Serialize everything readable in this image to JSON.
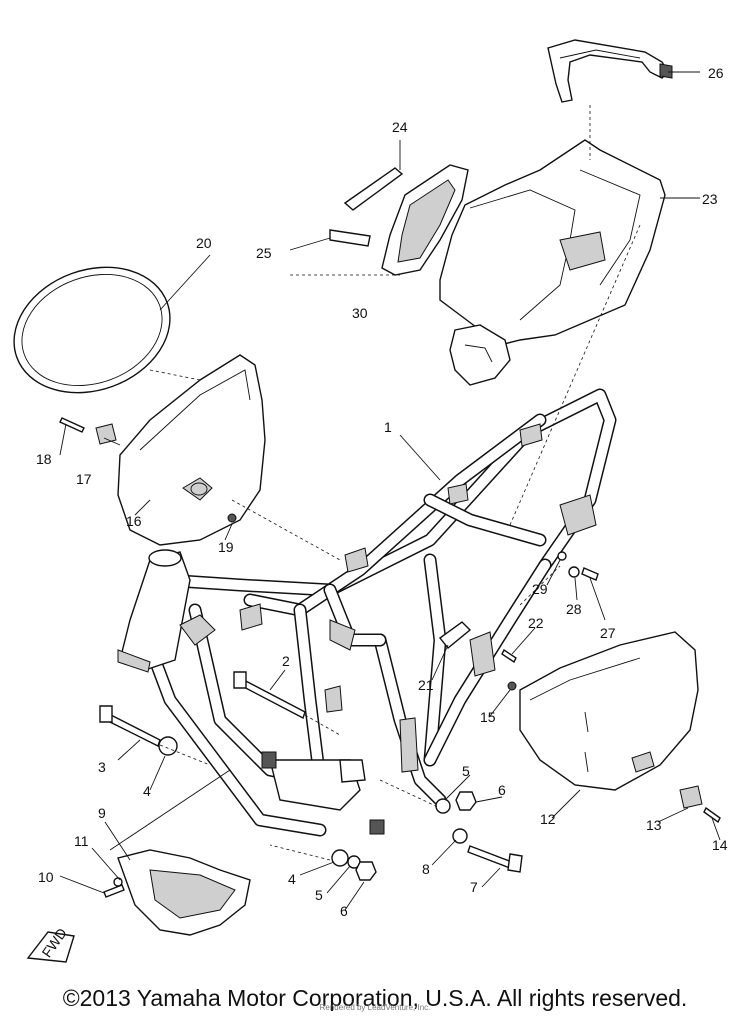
{
  "diagram": {
    "callouts": [
      {
        "id": "1",
        "label": "1"
      },
      {
        "id": "2",
        "label": "2"
      },
      {
        "id": "3",
        "label": "3"
      },
      {
        "id": "4a",
        "label": "4"
      },
      {
        "id": "4b",
        "label": "4"
      },
      {
        "id": "5a",
        "label": "5"
      },
      {
        "id": "5b",
        "label": "5"
      },
      {
        "id": "6a",
        "label": "6"
      },
      {
        "id": "6b",
        "label": "6"
      },
      {
        "id": "7",
        "label": "7"
      },
      {
        "id": "8",
        "label": "8"
      },
      {
        "id": "9",
        "label": "9"
      },
      {
        "id": "10",
        "label": "10"
      },
      {
        "id": "11",
        "label": "11"
      },
      {
        "id": "12",
        "label": "12"
      },
      {
        "id": "13",
        "label": "13"
      },
      {
        "id": "14",
        "label": "14"
      },
      {
        "id": "15",
        "label": "15"
      },
      {
        "id": "16",
        "label": "16"
      },
      {
        "id": "17",
        "label": "17"
      },
      {
        "id": "18",
        "label": "18"
      },
      {
        "id": "19",
        "label": "19"
      },
      {
        "id": "20",
        "label": "20"
      },
      {
        "id": "21",
        "label": "21"
      },
      {
        "id": "22",
        "label": "22"
      },
      {
        "id": "23",
        "label": "23"
      },
      {
        "id": "24",
        "label": "24"
      },
      {
        "id": "25",
        "label": "25"
      },
      {
        "id": "26",
        "label": "26"
      },
      {
        "id": "27",
        "label": "27"
      },
      {
        "id": "28",
        "label": "28"
      },
      {
        "id": "29",
        "label": "29"
      },
      {
        "id": "30",
        "label": "30"
      }
    ],
    "direction_marker": "FWD"
  },
  "footer": {
    "copyright": "©2013 Yamaha Motor Corporation, U.S.A. All rights reserved.",
    "watermark": "Rendered by LeadVenture, Inc."
  },
  "colors": {
    "ink": "#111111",
    "background": "#ffffff"
  }
}
